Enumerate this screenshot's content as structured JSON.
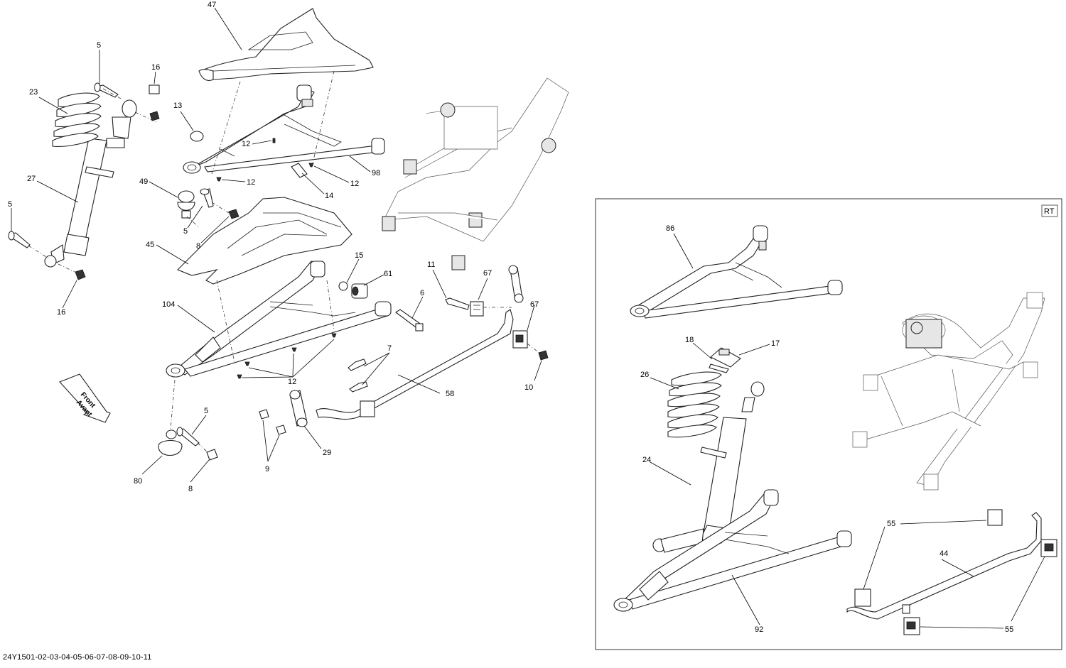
{
  "footer": {
    "code": "24Y1501-02-03-04-05-06-07-08-09-10-11"
  },
  "front_arrow": {
    "line1": "Front",
    "line2": "Avant"
  },
  "inset": {
    "tag": "RT"
  },
  "callouts": {
    "c47": "47",
    "c16a": "16",
    "c5a": "5",
    "c23": "23",
    "c13": "13",
    "c12a": "12",
    "c98": "98",
    "c12b": "12",
    "c14": "14",
    "c12c": "12",
    "c27": "27",
    "c49": "49",
    "c5b": "5",
    "c5c": "5",
    "c8a": "8",
    "c45": "45",
    "c15": "15",
    "c61": "61",
    "c16b": "16",
    "c104": "104",
    "c11": "11",
    "c67a": "67",
    "c67b": "67",
    "c6": "6",
    "c7": "7",
    "c12d": "12",
    "c10": "10",
    "c58": "58",
    "c5d": "5",
    "c29": "29",
    "c80": "80",
    "c9": "9",
    "c8b": "8",
    "c86": "86",
    "c18": "18",
    "c17": "17",
    "c26": "26",
    "c24": "24",
    "c55a": "55",
    "c44": "44",
    "c92": "92",
    "c55b": "55"
  }
}
